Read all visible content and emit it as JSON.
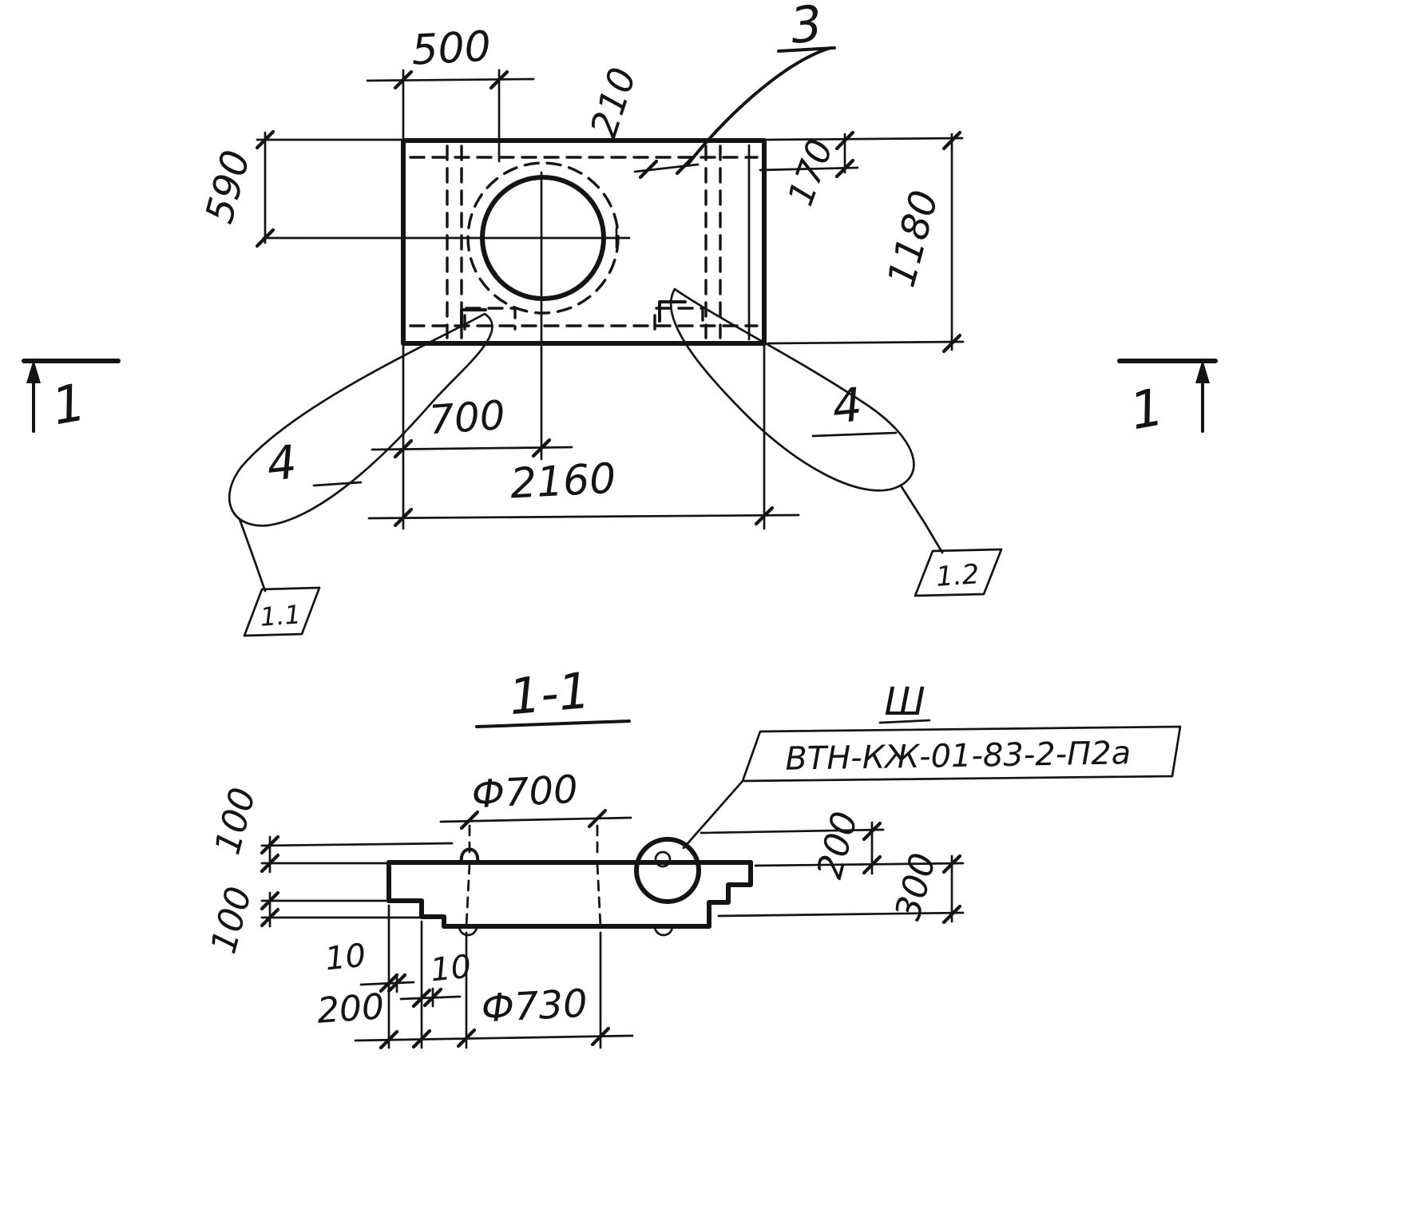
{
  "colors": {
    "ink": "#141414",
    "paper": "#ffffff"
  },
  "plan": {
    "d500": "500",
    "d210": "210",
    "d590": "590",
    "d170": "170",
    "d1180": "1180",
    "d700": "700",
    "d2160": "2160",
    "item3": "3",
    "item4_left": "4",
    "item4_right": "4",
    "cut_left": "1",
    "cut_right": "1",
    "tag_left": "1.1",
    "tag_right": "1.2"
  },
  "section": {
    "title": "1-1",
    "mark": "Ш",
    "stamp": "ВТН-КЖ-01-83-2-П2а",
    "phi_top": "Ф700",
    "phi_bottom": "Ф730",
    "d100_top": "100",
    "d100_bottom": "100",
    "d200_right": "200",
    "d300_right": "300",
    "d10_a": "10",
    "d10_b": "10",
    "d200_bottom": "200"
  }
}
